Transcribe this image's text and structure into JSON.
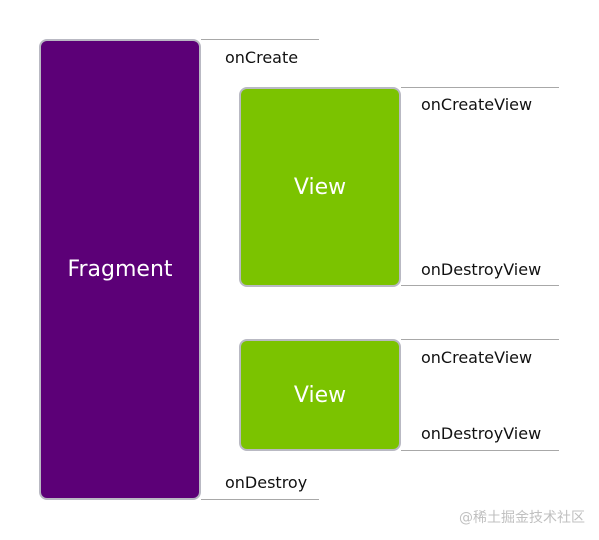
{
  "fragment": {
    "label": "Fragment",
    "color": "#5c0077"
  },
  "views": [
    {
      "label": "View",
      "color": "#7bc300",
      "on_create": "onCreateView",
      "on_destroy": "onDestroyView"
    },
    {
      "label": "View",
      "color": "#7bc300",
      "on_create": "onCreateView",
      "on_destroy": "onDestroyView"
    }
  ],
  "fragment_callbacks": {
    "on_create": "onCreate",
    "on_destroy": "onDestroy"
  },
  "watermark": "@稀土掘金技术社区"
}
